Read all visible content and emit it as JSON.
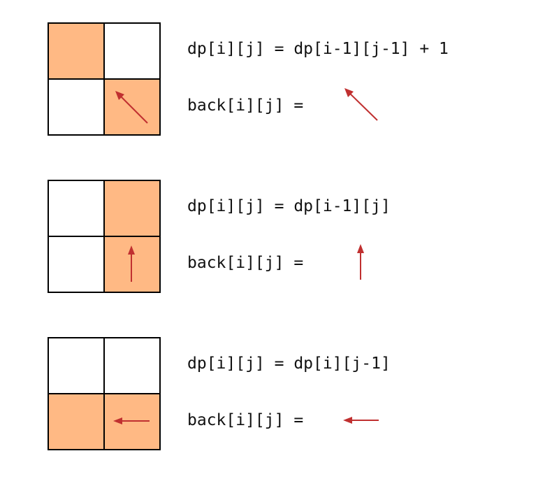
{
  "colors": {
    "highlight": "#ffb984",
    "arrow": "#c03030",
    "grid": "#000000"
  },
  "cases": [
    {
      "equation": "dp[i][j] = dp[i-1][j-1] + 1",
      "back_label": "back[i][j] =",
      "highlighted_cells": [
        "top-left",
        "bottom-right"
      ],
      "arrow_direction": "up-left"
    },
    {
      "equation": "dp[i][j] = dp[i-1][j]",
      "back_label": "back[i][j] =",
      "highlighted_cells": [
        "top-right",
        "bottom-right"
      ],
      "arrow_direction": "up"
    },
    {
      "equation": "dp[i][j] = dp[i][j-1]",
      "back_label": "back[i][j] =",
      "highlighted_cells": [
        "bottom-left",
        "bottom-right"
      ],
      "arrow_direction": "left"
    }
  ]
}
